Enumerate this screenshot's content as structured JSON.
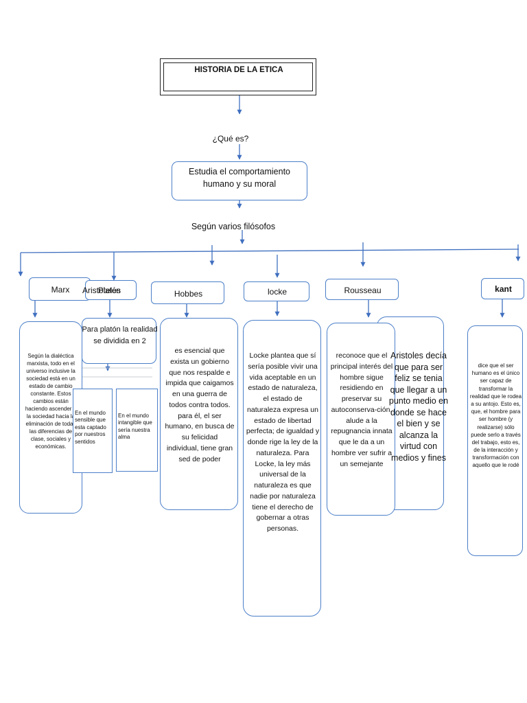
{
  "title": "HISTORIA DE LA ETICA",
  "question": "¿Qué es?",
  "definition": "Estudia el comportamiento humano y su moral",
  "connector": "Según varios filósofos",
  "philosophers": {
    "marx": {
      "name": "Marx",
      "text": "Según la dialéctica marxista, todo en el universo inclusive la sociedad está en un estado de cambio constante. Estos cambios están haciendo ascender a la sociedad hacia la eliminación de todas las diferencias de clase, sociales y económicas."
    },
    "platon": {
      "name_a": "Aristoteles",
      "name_b": "Platón",
      "intro": "Para platón la realidad se dividida en 2",
      "sensible": "En el mundo sensible que esta captado por nuestros sentidos",
      "intangible": "En el mundo intangible que sería nuestra alma"
    },
    "hobbes": {
      "name": "Hobbes",
      "text": "es esencial que exista un gobierno que nos respalde e impida que caigamos en una guerra de todos contra todos. para él, el ser humano, en busca de su felicidad individual, tiene gran sed de poder"
    },
    "locke": {
      "name": "locke",
      "text": "Locke plantea que sí sería posible vivir una vida aceptable en un estado de naturaleza, el estado de naturaleza expresa un estado de libertad perfecta; de igualdad y donde rige la ley de la naturaleza. Para Locke, la ley más universal de la naturaleza es que nadie por naturaleza tiene el derecho de gobernar a otras personas."
    },
    "rousseau": {
      "name": "Rousseau",
      "text": "reconoce que el principal interés del hombre sigue residiendo en preservar su autoconserva-ción, alude a la repugnancia innata que le da a un hombre ver sufrir a un semejante"
    },
    "aristoteles": {
      "text": "Aristoles decía que para ser feliz se tenia que llegar a un punto medio en donde se hace el bien y se alcanza la virtud con medios y fines"
    },
    "kant": {
      "name": "kant",
      "text": "dice que el ser humano es el único ser capaz de transformar la realidad que le rodea a su antojo. Esto es, que, el hombre para ser hombre (y realizarse) sólo puede serlo a través del trabajo, esto es, de la interacción y transformación con aquello que le rodé"
    }
  },
  "colors": {
    "border": "#4a7ec8",
    "arrow": "#3f6fbf",
    "text": "#111111"
  }
}
